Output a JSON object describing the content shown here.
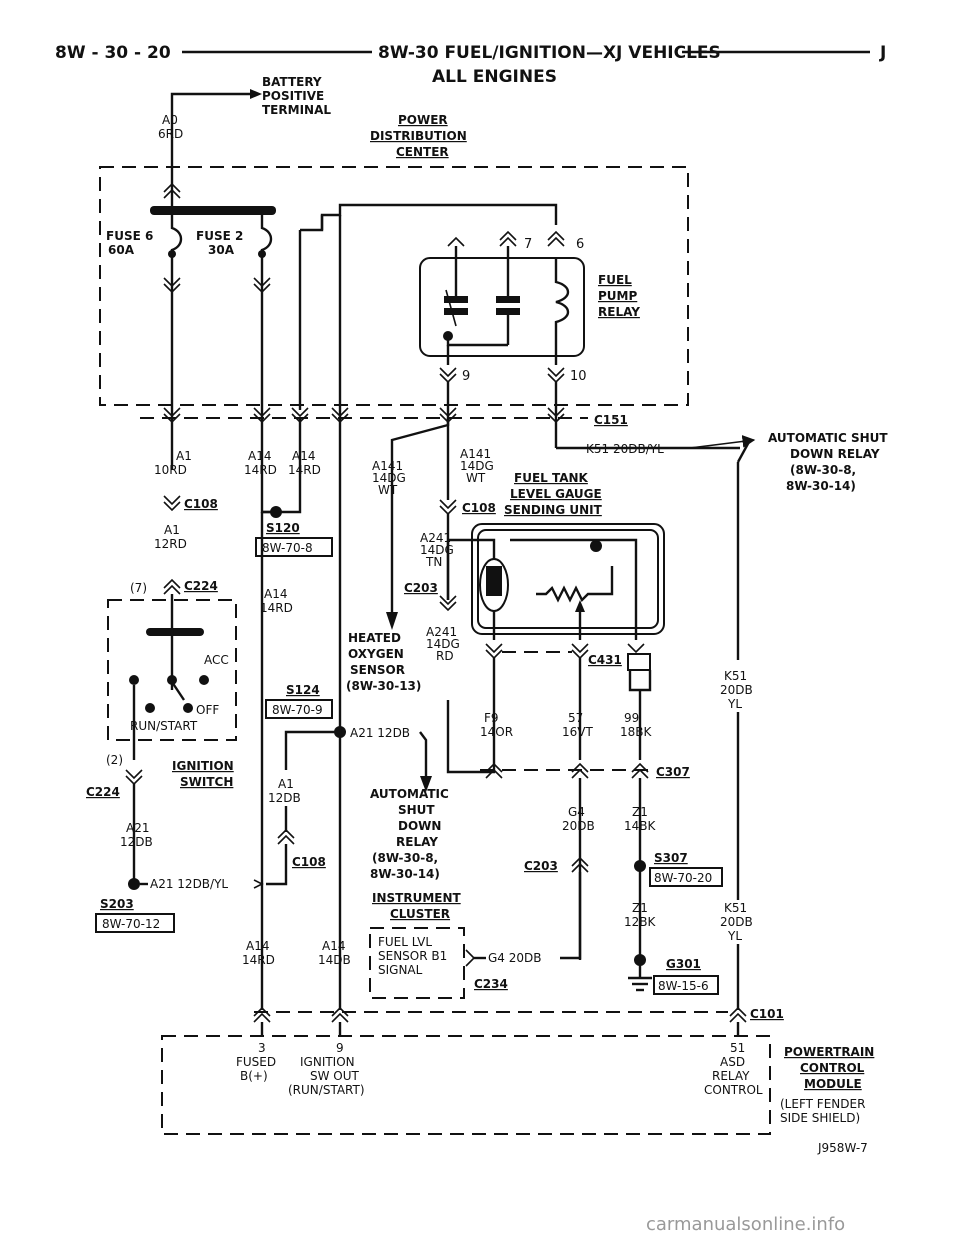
{
  "header": {
    "left": "8W - 30 - 20",
    "title": "8W-30 FUEL/IGNITION—XJ VEHICLES",
    "right": "J",
    "subtitle": "ALL ENGINES"
  },
  "battery": {
    "l1": "BATTERY",
    "l2": "POSITIVE",
    "l3": "TERMINAL",
    "w1": "A0",
    "w2": "6RD"
  },
  "pdc": {
    "l1": "POWER",
    "l2": "DISTRIBUTION",
    "l3": "CENTER"
  },
  "fuses": {
    "f6a": "FUSE 6",
    "f6b": "60A",
    "f2a": "FUSE 2",
    "f2b": "30A"
  },
  "relay": {
    "l1": "FUEL",
    "l2": "PUMP",
    "l3": "RELAY",
    "p7": "7",
    "p6": "6",
    "p9": "9",
    "p10": "10"
  },
  "c151": "C151",
  "wires_top": {
    "a1": "A1",
    "a1c": "10RD",
    "a14a": "A14",
    "a14ac": "14RD",
    "a14b": "A14",
    "a14bc": "14RD",
    "a141a": "A141",
    "a141ac": "14DG",
    "a141aw": "WT",
    "a141b": "A141",
    "a141bc": "14DG",
    "a141bw": "WT",
    "k51": "K51 20DB/YL"
  },
  "asd_relay_ref": {
    "l1": "AUTOMATIC SHUT",
    "l2": "DOWN RELAY",
    "l3": "(8W-30-8,",
    "l4": "8W-30-14)"
  },
  "c108a": "C108",
  "a1_12": {
    "w": "A1",
    "c": "12RD"
  },
  "s120": {
    "name": "S120",
    "ref": "8W-70-8"
  },
  "fuel_tank": {
    "l1": "FUEL TANK",
    "l2": "LEVEL GAUGE",
    "l3": "SENDING UNIT"
  },
  "c108b": "C108",
  "a241a": {
    "w": "A241",
    "c": "14DG",
    "t": "TN"
  },
  "c203a": "C203",
  "a241b": {
    "w": "A241",
    "c": "14DG",
    "t": "RD"
  },
  "o2": {
    "l1": "HEATED",
    "l2": "OXYGEN",
    "l3": "SENSOR",
    "l4": "(8W-30-13)"
  },
  "c224a": {
    "pin": "(7)",
    "name": "C224"
  },
  "a14_14": {
    "w": "A14",
    "c": "14RD"
  },
  "ign": {
    "acc": "ACC",
    "off": "OFF",
    "run": "RUN/START",
    "pin2": "(2)",
    "l1": "IGNITION",
    "l2": "SWITCH",
    "c224": "C224"
  },
  "c431": "C431",
  "k51b": {
    "w": "K51",
    "c": "20DB",
    "t": "YL"
  },
  "s124": {
    "name": "S124",
    "ref": "8W-70-9"
  },
  "a21top": "A21 12DB",
  "tank_wires": {
    "f9": "F9",
    "f9c": "14OR",
    "w57": "57",
    "w57c": "16VT",
    "w99": "99",
    "w99c": "18BK"
  },
  "c307": "C307",
  "a1_12db": {
    "w": "A1",
    "c": "12DB"
  },
  "a21_12": {
    "w": "A21",
    "c": "12DB"
  },
  "asd2": {
    "l1": "AUTOMATIC",
    "l2": "SHUT",
    "l3": "DOWN",
    "l4": "RELAY",
    "l5": "(8W-30-8,",
    "l6": "8W-30-14)"
  },
  "g4": {
    "w": "G4",
    "c": "20DB"
  },
  "z1": {
    "w": "Z1",
    "c": "14BK"
  },
  "c108c": "C108",
  "c203b": "C203",
  "s307": {
    "name": "S307",
    "ref": "8W-70-20"
  },
  "a21yl": "A21 12DB/YL",
  "s203": {
    "name": "S203",
    "ref": "8W-70-12"
  },
  "cluster": {
    "l1": "INSTRUMENT",
    "l2": "CLUSTER",
    "b1": "FUEL LVL",
    "b2": "SENSOR  B1",
    "b3": "SIGNAL",
    "g4": "G4 20DB",
    "c234": "C234"
  },
  "z1b": {
    "w": "Z1",
    "c": "12BK"
  },
  "k51c": {
    "w": "K51",
    "c": "20DB",
    "t": "YL"
  },
  "g301": {
    "name": "G301",
    "ref": "8W-15-6"
  },
  "a14_bot": {
    "w1": "A14",
    "c1": "14RD",
    "w2": "A14",
    "c2": "14DB"
  },
  "c101": "C101",
  "pcm": {
    "p3": "3",
    "p3a": "FUSED",
    "p3b": "B(+)",
    "p9": "9",
    "p9a": "IGNITION",
    "p9b": "SW OUT",
    "p9c": "(RUN/START)",
    "p51": "51",
    "p51a": "ASD",
    "p51b": "RELAY",
    "p51c": "CONTROL",
    "l1": "POWERTRAIN",
    "l2": "CONTROL",
    "l3": "MODULE",
    "l4": "(LEFT FENDER",
    "l5": "SIDE SHIELD)"
  },
  "figure_id": "J958W-7",
  "watermark": "carmanualsonline.info"
}
